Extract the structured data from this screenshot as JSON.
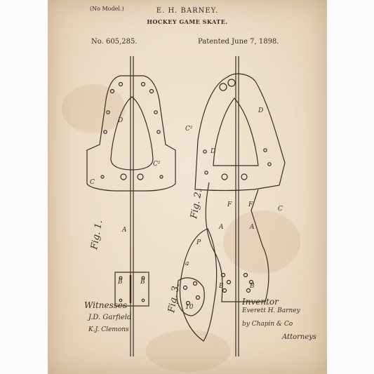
{
  "header": {
    "no_model": "(No Model.)",
    "inventor": "E. H. BARNEY.",
    "title": "HOCKEY GAME SKATE.",
    "patent_number": "No. 605,285.",
    "patent_date": "Patented June 7, 1898."
  },
  "figures": {
    "fig1": "Fig. 1.",
    "fig2": "Fig. 2.",
    "fig3": "Fig. 3."
  },
  "footer": {
    "witnesses_heading": "Witnesses",
    "witness_1": "J.D. Garfield",
    "witness_2": "K.J. Clemons",
    "inventor_heading": "Inventor",
    "inventor_signature": "Everett H. Barney",
    "by_attorney": "by Chapin & Co",
    "attorneys": "Attorneys"
  },
  "colors": {
    "paper": "#ecdcc6",
    "ink": "#3a2c22",
    "frame": "#fdfcfa"
  }
}
